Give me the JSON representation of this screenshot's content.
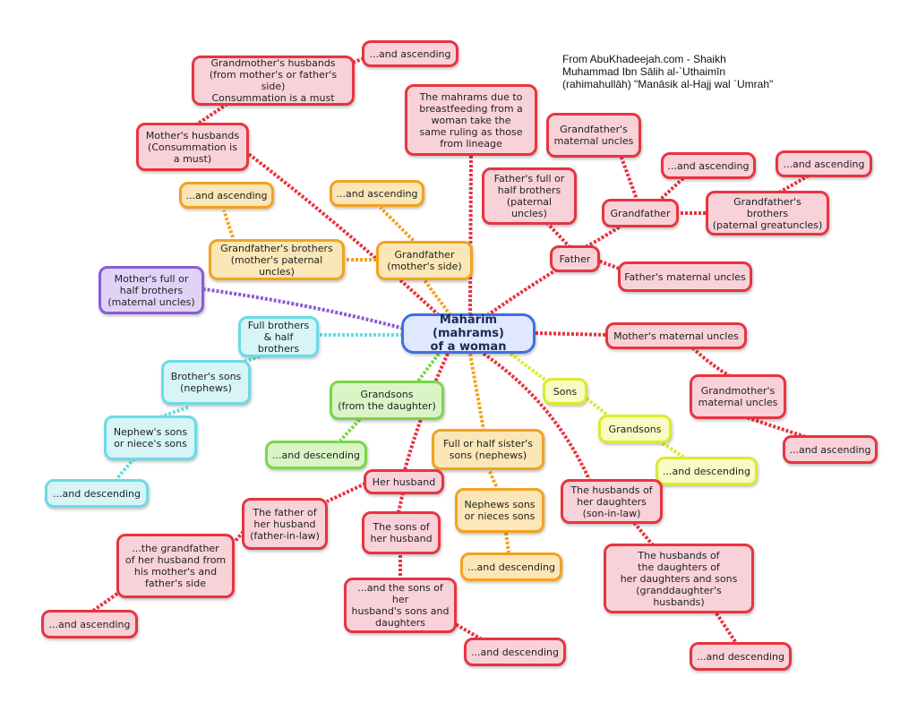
{
  "attribution": "From AbuKhadeejah.com - Shaikh\nMuhammad Ibn Sālih al-`Uthaimīn\n(rahimahullāh) \"Manāsik al-Hajj wal `Umrah\"",
  "colors": {
    "red": "#e8343f",
    "orange": "#f3a21f",
    "purple": "#8d5ad8",
    "cyan": "#6adbe6",
    "green": "#7ad64a",
    "yellow": "#dcec2a",
    "center": "#3f6fe0"
  },
  "nodes": {
    "center": "Mahārim (mahrams)\nof a woman",
    "breastfeeding": "The mahrams due to\nbreastfeeding from a\nwoman take the\nsame ruling as those\nfrom lineage",
    "gm_husbands": "Grandmother's husbands\n(from mother's or father's side)\nConsummation is a must",
    "gm_husbands_asc": "...and ascending",
    "mothers_husbands": "Mother's husbands\n(Consummation is\na must)",
    "gf_mat": "Grandfather\n(mother's side)",
    "gf_mat_asc": "...and ascending",
    "gf_mat_brothers": "Grandfather's brothers\n(mother's paternal uncles)",
    "gf_mat_brothers_asc": "...and ascending",
    "mat_uncles": "Mother's full or\nhalf brothers\n(maternal uncles)",
    "father": "Father",
    "pat_uncles": "Father's full or\nhalf brothers\n(paternal uncles)",
    "fathers_mat_uncles": "Father's maternal uncles",
    "grandfather": "Grandfather",
    "gf_mat_uncles": "Grandfather's\nmaternal uncles",
    "gf_asc": "...and ascending",
    "gf_brothers": "Grandfather's brothers\n(paternal greatuncles)",
    "gf_brothers_asc": "...and ascending",
    "mothers_mat_uncles": "Mother's maternal uncles",
    "gm_mat_uncles": "Grandmother's\nmaternal uncles",
    "gm_mat_uncles_asc": "...and ascending",
    "brothers": "Full brothers\n& half brothers",
    "brothers_sons": "Brother's sons\n(nephews)",
    "nephews_sons": "Nephew's sons\nor niece's sons",
    "nephews_desc": "...and descending",
    "grandsons_daughter": "Grandsons\n(from the daughter)",
    "grandsons_daughter_desc": "...and descending",
    "sister_sons": "Full or half sister's\nsons (nephews)",
    "sister_sons_children": "Nephews sons\nor nieces sons",
    "sister_sons_desc": "...and descending",
    "sons": "Sons",
    "grandsons": "Grandsons",
    "grandsons_desc": "...and descending",
    "husband": "Her husband",
    "father_in_law": "The father of\nher husband\n(father-in-law)",
    "gf_in_law": "...the grandfather\nof her husband from\nhis mother's and\nfather's side",
    "gf_in_law_asc": "...and ascending",
    "husband_sons": "The sons of\nher husband",
    "husband_sons_sons": "...and the sons of her\nhusband's sons and\ndaughters",
    "husband_sons_desc": "...and descending",
    "sons_in_law": "The husbands of\nher daughters\n(son-in-law)",
    "grandsons_in_law": "The husbands of\nthe daughters of\nher daughters and sons\n(granddaughter's husbands)",
    "grandsons_in_law_desc": "...and descending"
  }
}
